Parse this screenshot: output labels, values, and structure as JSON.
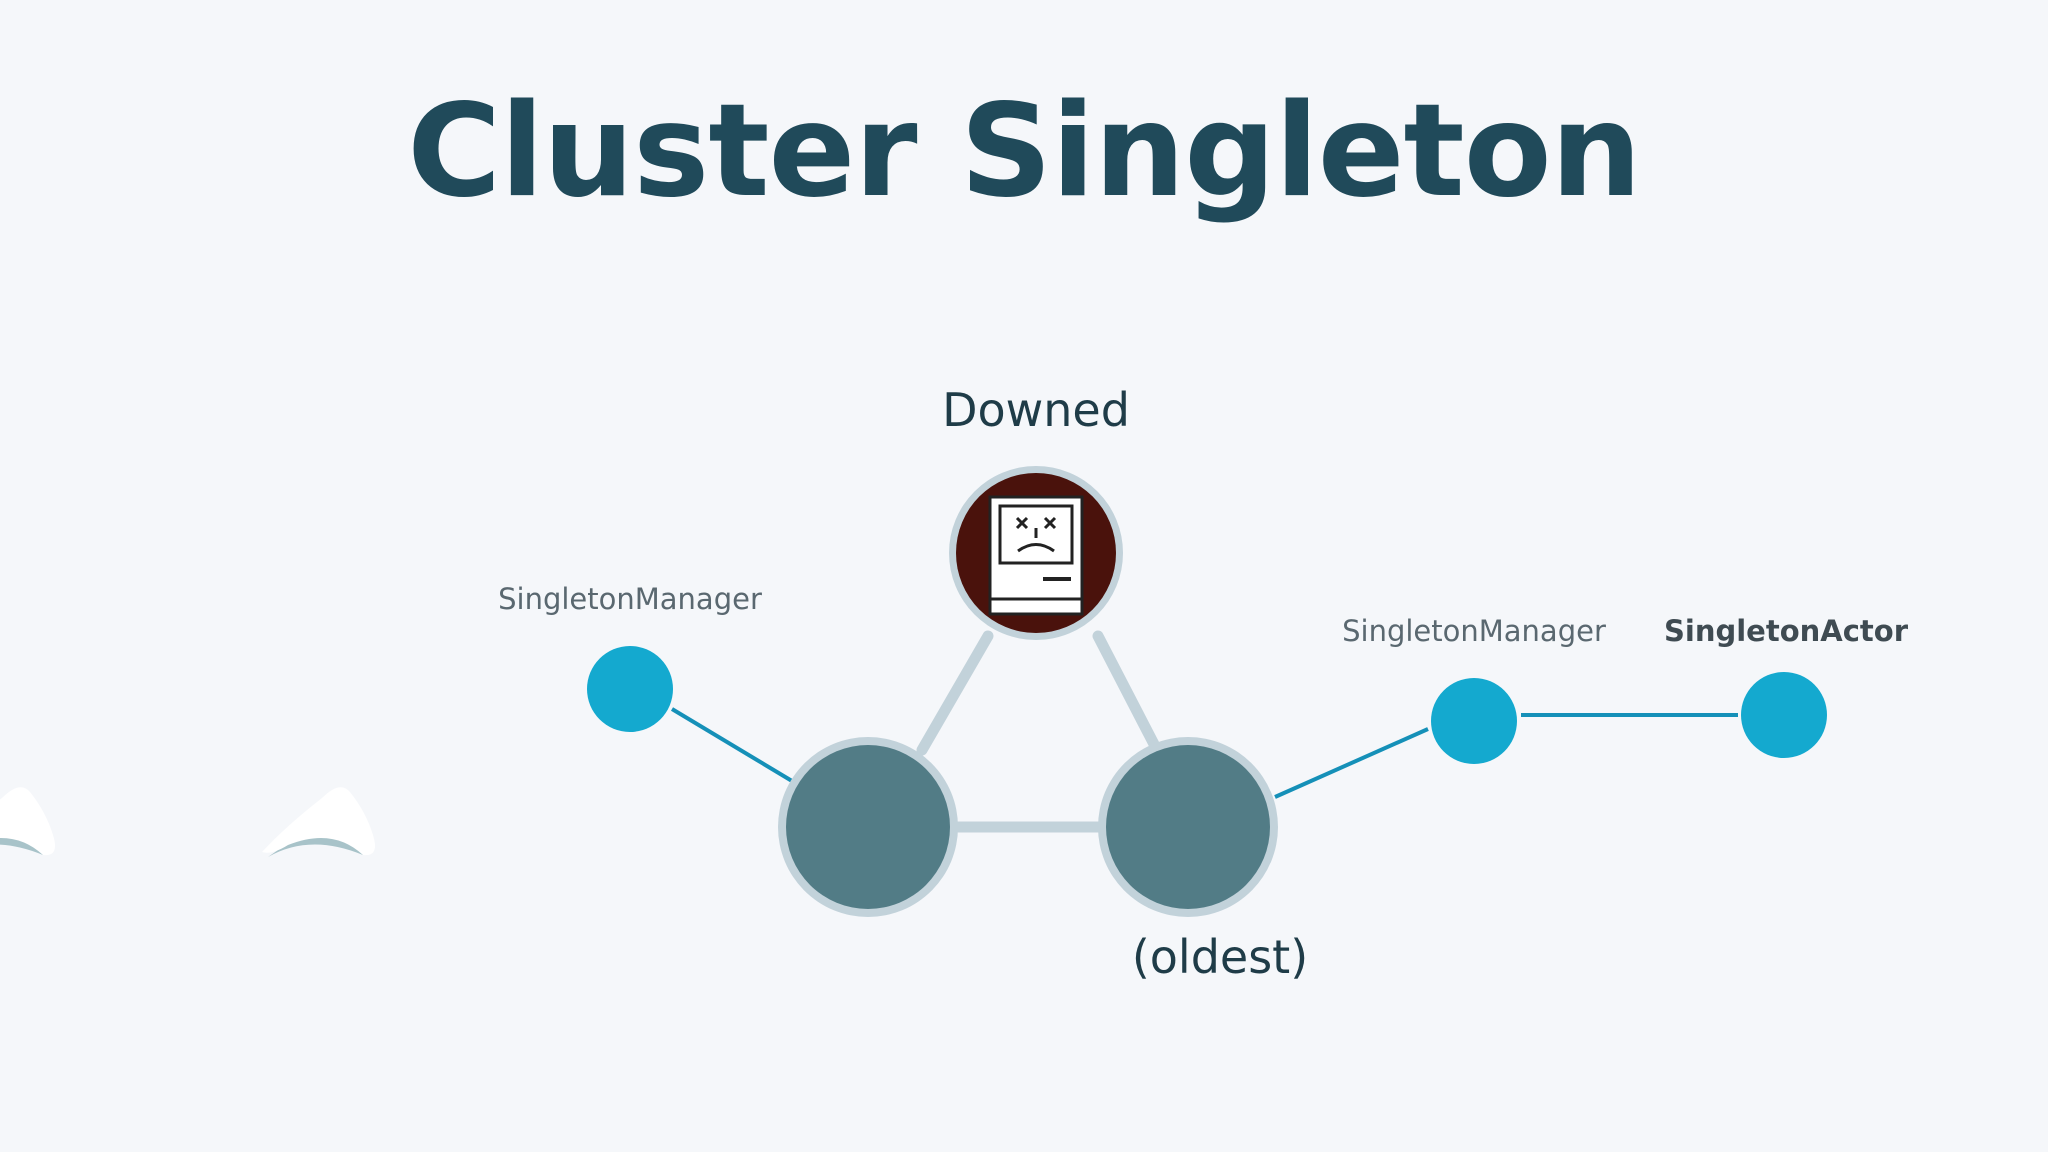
{
  "slide": {
    "title": "Cluster Singleton",
    "status_down": "Downed",
    "status_oldest": "(oldest)",
    "actors": {
      "manager_left": "SingletonManager",
      "manager_right": "SingletonManager",
      "singleton": "SingletonActor"
    }
  },
  "colors": {
    "title": "#204a5a",
    "node_fill": "#527c86",
    "node_ring": "#c2d2da",
    "cluster_link": "#c2d2da",
    "downed_fill": "#4a120c",
    "actor_fill": "#14a9cf",
    "actor_link": "#1590b8"
  },
  "icons": {
    "cluster_node": "akka-logo-icon",
    "downed_node": "sad-mac-icon",
    "actor": "actor-dot-icon"
  }
}
